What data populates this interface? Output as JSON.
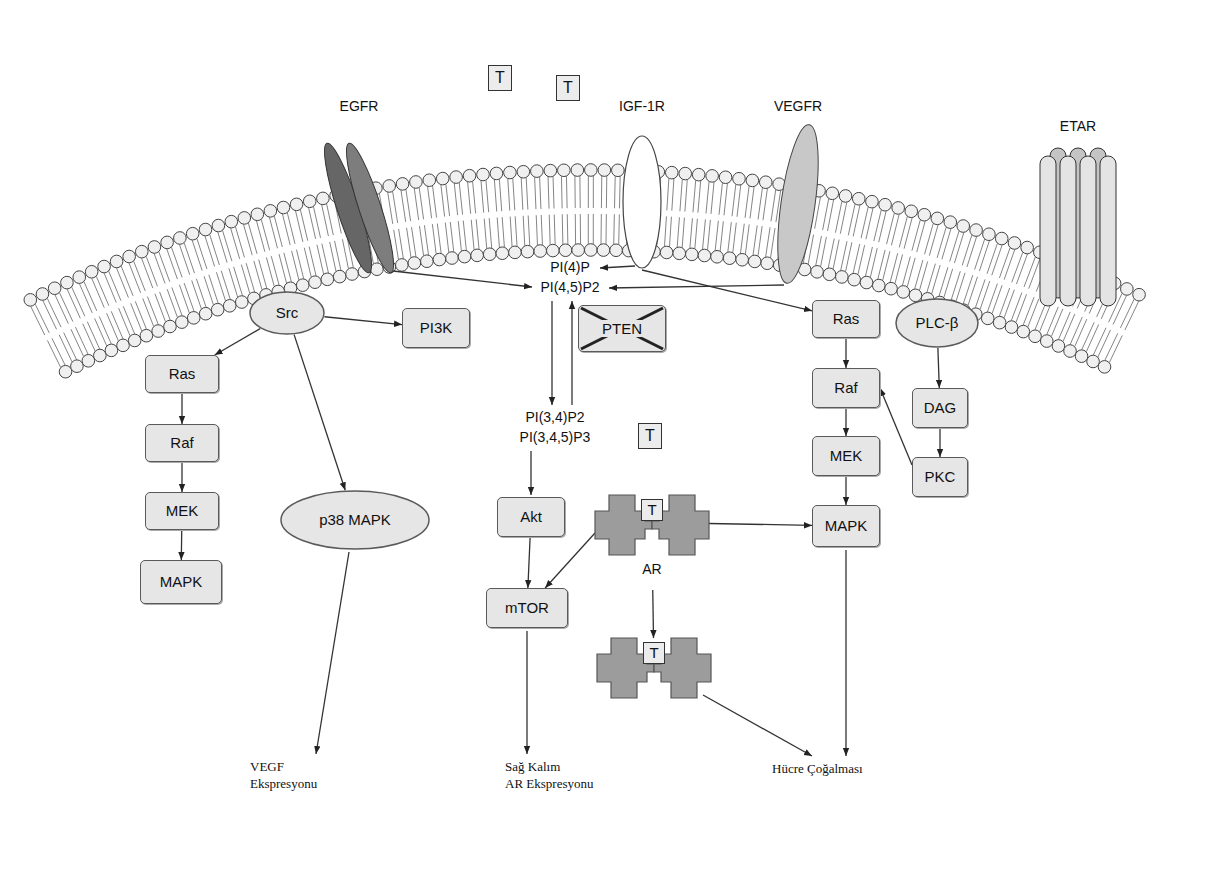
{
  "diagram": {
    "nodes": [
      {
        "text": [
          "T"
        ]
      },
      {
        "text": [
          "T"
        ]
      },
      {
        "text": [
          "EGFR"
        ]
      },
      {
        "text": [
          "IGF-1R"
        ]
      },
      {
        "text": [
          "VEGFR"
        ]
      },
      {
        "text": [
          "ETAR"
        ]
      },
      {
        "text": [
          "Src"
        ]
      },
      {
        "text": [
          "PI3K"
        ]
      },
      {
        "text": [
          "PTEN"
        ]
      },
      {
        "text": [
          "Ras"
        ]
      },
      {
        "text": [
          "PLC-β"
        ]
      },
      {
        "text": [
          "Ras"
        ]
      },
      {
        "text": [
          "Raf"
        ]
      },
      {
        "text": [
          "DAG"
        ]
      },
      {
        "text": [
          "T"
        ]
      },
      {
        "text": [
          "Raf"
        ]
      },
      {
        "text": [
          "MEK"
        ]
      },
      {
        "text": [
          "PKC"
        ]
      },
      {
        "text": [
          "Akt"
        ]
      },
      {
        "text": [
          "T",
          "AR"
        ]
      },
      {
        "text": [
          "MEK"
        ]
      },
      {
        "text": [
          "p38 MAPK"
        ]
      },
      {
        "text": [
          "MAPK"
        ]
      },
      {
        "text": [
          "MAPK"
        ]
      },
      {
        "text": [
          "mTOR"
        ]
      },
      {
        "text": [
          "T"
        ]
      }
    ],
    "edges": [
      {
        "from": 6,
        "to": 11,
        "arrow": "to"
      },
      {
        "from": 6,
        "to": 7,
        "arrow": "to"
      },
      {
        "from": 6,
        "to": 21,
        "arrow": "to"
      },
      {
        "from": 11,
        "to": 15,
        "arrow": "to"
      },
      {
        "from": 15,
        "to": 20,
        "arrow": "to"
      },
      {
        "from": 20,
        "to": 23,
        "arrow": "to"
      },
      {
        "from": 3,
        "to": 9,
        "arrow": "to"
      },
      {
        "from": 9,
        "to": 12,
        "arrow": "to"
      },
      {
        "from": 12,
        "to": 16,
        "arrow": "to"
      },
      {
        "from": 16,
        "to": 22,
        "arrow": "to"
      },
      {
        "from": 10,
        "to": 13,
        "arrow": "to"
      },
      {
        "from": 13,
        "to": 17,
        "arrow": "to"
      },
      {
        "from": 17,
        "to": 12,
        "arrow": "to"
      },
      {
        "from": 18,
        "to": 24,
        "arrow": "to"
      },
      {
        "from": 19,
        "to": 24,
        "arrow": "to"
      },
      {
        "from": 19,
        "to": 22,
        "arrow": "to"
      },
      {
        "from": 19,
        "to": 25,
        "arrow": "to"
      }
    ],
    "labels": [
      "PI(4)P",
      "PI(4,5)P2",
      "PI(3,4)P2",
      "PI(3,4,5)P3",
      "VEGF Ekspresyonu",
      "Sağ Kalım",
      "AR Ekspresyonu",
      "Hücre Çoğalması"
    ]
  }
}
